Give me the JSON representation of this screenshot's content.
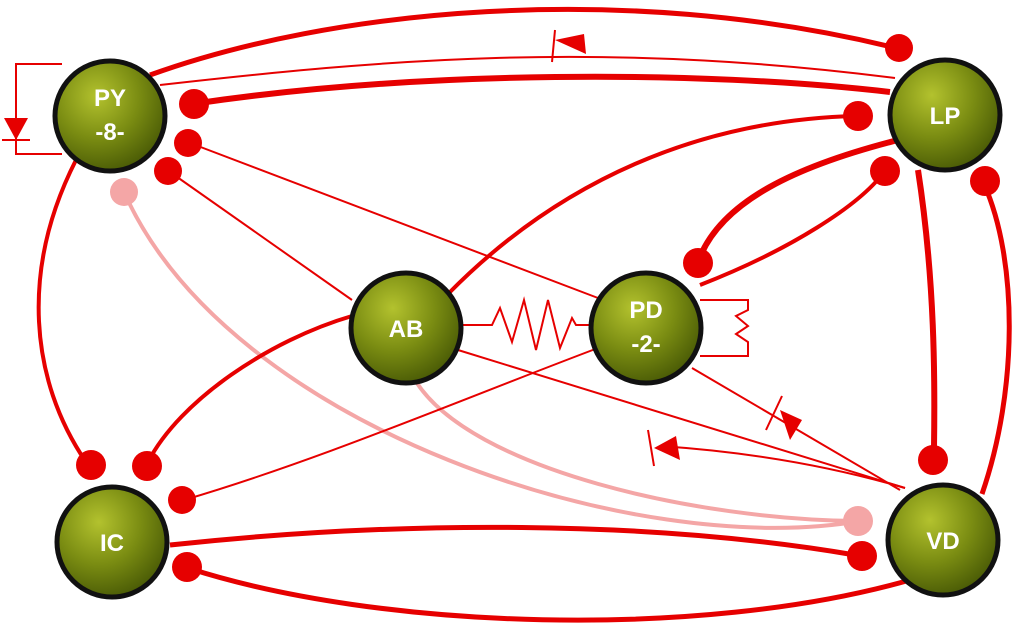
{
  "colors": {
    "connection": "#e60000",
    "connection_faint": "#f4a6a6",
    "node_fill_light": "#b3c22e",
    "node_fill_dark": "#4b5c06",
    "node_outline": "#111111",
    "label": "#ffffff"
  },
  "nodes": [
    {
      "id": "PY",
      "line1": "PY",
      "line2": "-8-"
    },
    {
      "id": "LP",
      "line1": "LP",
      "line2": ""
    },
    {
      "id": "AB",
      "line1": "AB",
      "line2": ""
    },
    {
      "id": "PD",
      "line1": "PD",
      "line2": "-2-"
    },
    {
      "id": "IC",
      "line1": "IC",
      "line2": ""
    },
    {
      "id": "VD",
      "line1": "VD",
      "line2": ""
    }
  ],
  "connections": [
    {
      "from": "LP",
      "to": "PY",
      "type": "inhibitory"
    },
    {
      "from": "PY",
      "to": "LP",
      "type": "inhibitory"
    },
    {
      "from": "PY",
      "to": "LP",
      "type": "rectifying-electrical"
    },
    {
      "from": "PY",
      "to": "PY",
      "type": "rectifying-electrical"
    },
    {
      "from": "PD",
      "to": "PY",
      "type": "inhibitory"
    },
    {
      "from": "AB",
      "to": "PY",
      "type": "inhibitory"
    },
    {
      "from": "VD",
      "to": "PY",
      "type": "weak-inhibitory"
    },
    {
      "from": "AB",
      "to": "LP",
      "type": "inhibitory"
    },
    {
      "from": "LP",
      "to": "PD",
      "type": "inhibitory"
    },
    {
      "from": "PD",
      "to": "LP",
      "type": "inhibitory"
    },
    {
      "from": "AB",
      "to": "PD",
      "type": "electrical"
    },
    {
      "from": "PD",
      "to": "PD",
      "type": "electrical"
    },
    {
      "from": "PY",
      "to": "IC",
      "type": "inhibitory"
    },
    {
      "from": "AB",
      "to": "IC",
      "type": "inhibitory"
    },
    {
      "from": "PD",
      "to": "IC",
      "type": "inhibitory"
    },
    {
      "from": "LP",
      "to": "VD",
      "type": "inhibitory"
    },
    {
      "from": "VD",
      "to": "LP",
      "type": "inhibitory"
    },
    {
      "from": "AB",
      "to": "VD",
      "type": "weak-inhibitory"
    },
    {
      "from": "VD",
      "to": "AB",
      "type": "rectifying-electrical"
    },
    {
      "from": "PD",
      "to": "VD",
      "type": "rectifying-electrical"
    },
    {
      "from": "IC",
      "to": "VD",
      "type": "inhibitory"
    },
    {
      "from": "VD",
      "to": "IC",
      "type": "inhibitory"
    }
  ]
}
